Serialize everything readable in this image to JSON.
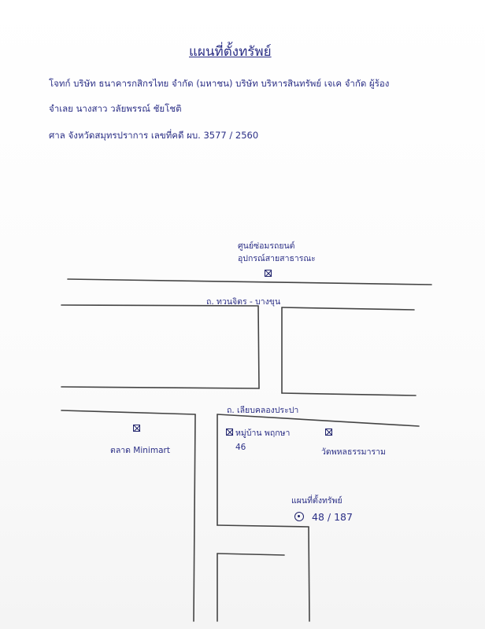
{
  "header": {
    "title": "แผนที่ตั้งทรัพย์",
    "line1": "โจทก์ บริษัท ธนาคารกสิกรไทย จำกัด (มหาชน) บริษัท บริหารสินทรัพย์ เจเค จำกัด ผู้ร้อง",
    "line2": "จำเลย นางสาว วลัยพรรณ์ ชัยโชติ",
    "line3": "ศาล จังหวัดสมุทรปราการ เลขที่คดี ผบ. 3577 / 2560"
  },
  "map": {
    "roads": {
      "top_road": "ถ. ทวนจิตร - บางขุน",
      "middle_road": "ถ. เลียบคลองประปา"
    },
    "landmarks": {
      "top_center": "ศูนย์ซ่อมรถยนต์ อุปกรณ์สายสาธารณะ",
      "left": "ตลาด Minimart",
      "center": "หมู่บ้าน พฤกษา 46",
      "right": "วัดพหลธรรมาราม"
    },
    "property": {
      "label": "แผนที่ตั้งทรัพย์",
      "address": "48 / 187"
    }
  }
}
